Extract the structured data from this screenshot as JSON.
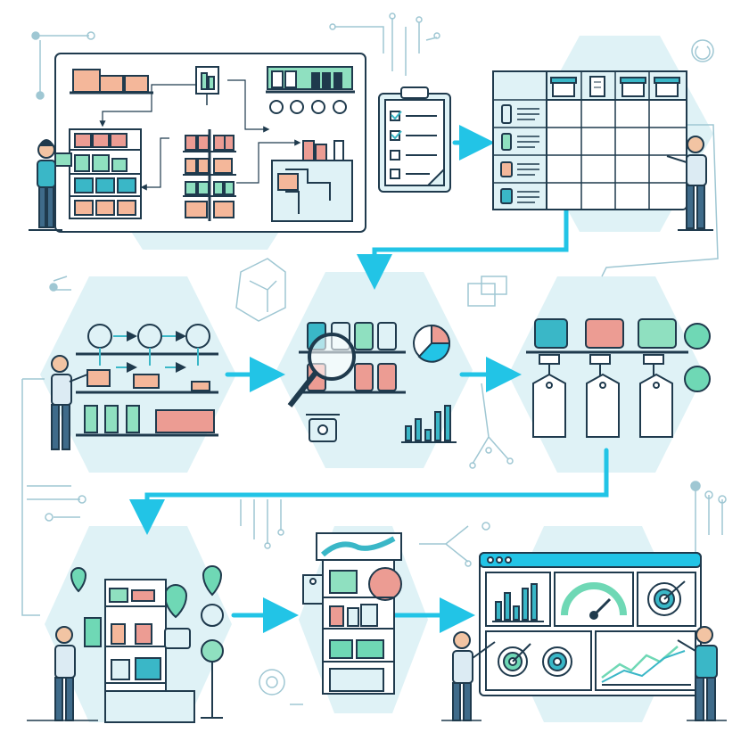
{
  "diagram": {
    "kind": "retail-merchandising-process-infographic",
    "text_labels": [],
    "colors": {
      "flow_arrow": "#22c4e6",
      "hexagon_bg": "#dff2f6",
      "outline": "#1f3a4d",
      "circuit_line": "#9fc7d3",
      "peach": "#f4b79a",
      "salmon": "#ec9c93",
      "mint": "#6fd8b5",
      "green": "#8fe0c0",
      "teal": "#3ab7c7",
      "skin": "#f2c4a3",
      "shirt": "#dcebf3",
      "pants": "#3f6b8a"
    },
    "steps": [
      {
        "id": "warehouse-storage",
        "icons": [
          "storage-shelves",
          "bottle-icon",
          "floor-plan"
        ]
      },
      {
        "id": "checklist",
        "icons": [
          "clipboard-icon",
          "checkbox-icon"
        ]
      },
      {
        "id": "store-product-matrix",
        "icons": [
          "store-icon",
          "building-icon",
          "bottle-icon",
          "jar-icon"
        ]
      },
      {
        "id": "product-flow-sorting",
        "icons": [
          "flow-node",
          "box-icon",
          "bottle-icon"
        ]
      },
      {
        "id": "shelf-analysis",
        "icons": [
          "magnifier-icon",
          "scale-icon",
          "pie-chart-icon",
          "bar-chart-icon"
        ]
      },
      {
        "id": "price-tagging",
        "icons": [
          "price-tag-icon",
          "package-icon"
        ]
      },
      {
        "id": "store-display",
        "icons": [
          "location-pin-icon",
          "display-shelf"
        ]
      },
      {
        "id": "promo-display",
        "icons": [
          "display-stand",
          "tag-icon"
        ]
      },
      {
        "id": "performance-dashboard",
        "icons": [
          "bar-chart-icon",
          "gauge-icon",
          "target-icon",
          "line-chart-icon"
        ]
      }
    ]
  }
}
